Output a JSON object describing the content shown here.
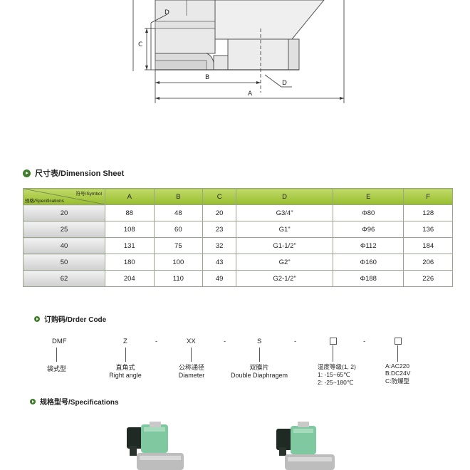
{
  "drawing": {
    "labels": {
      "d_top": "D",
      "c": "C",
      "b": "B",
      "d_bottom": "D",
      "a": "A"
    }
  },
  "dimension_sheet": {
    "title": "尺寸表/Dimension Sheet",
    "corner_symbol": "符号/Symbol",
    "corner_spec": "规格/Specifications",
    "columns": [
      "A",
      "B",
      "C",
      "D",
      "E",
      "F"
    ],
    "rows": [
      {
        "spec": "20",
        "values": [
          "88",
          "48",
          "20",
          "G3/4\"",
          "Φ80",
          "128"
        ]
      },
      {
        "spec": "25",
        "values": [
          "108",
          "60",
          "23",
          "G1\"",
          "Φ96",
          "136"
        ]
      },
      {
        "spec": "40",
        "values": [
          "131",
          "75",
          "32",
          "G1-1/2\"",
          "Φ112",
          "184"
        ]
      },
      {
        "spec": "50",
        "values": [
          "180",
          "100",
          "43",
          "G2\"",
          "Φ160",
          "206"
        ]
      },
      {
        "spec": "62",
        "values": [
          "204",
          "110",
          "49",
          "G2-1/2\"",
          "Φ188",
          "226"
        ]
      }
    ]
  },
  "order_code": {
    "title": "订购码/Drder Code",
    "codes": {
      "dmf": "DMF",
      "z": "Z",
      "xx": "XX",
      "s": "S",
      "dash": "-"
    },
    "desc": {
      "valve_type": "袋式型",
      "right_angle_cn": "直角式",
      "right_angle_en": "Right angle",
      "diameter_cn": "公称通径",
      "diameter_en": "Diameter",
      "diaphragm_cn": "双膜片",
      "diaphragm_en": "Double Diaphragem",
      "temp_title": "温度等级(1, 2)",
      "temp_1": "1: -15~65℃",
      "temp_2": "2: -25~180℃",
      "volt_a": "A:AC220",
      "volt_b": "B:DC24V",
      "volt_c": "C:防爆型"
    }
  },
  "specifications": {
    "title": "规格型号/Specifications"
  },
  "colors": {
    "accent_green": "#3f7d2a",
    "header_green": "#a8c83c"
  }
}
